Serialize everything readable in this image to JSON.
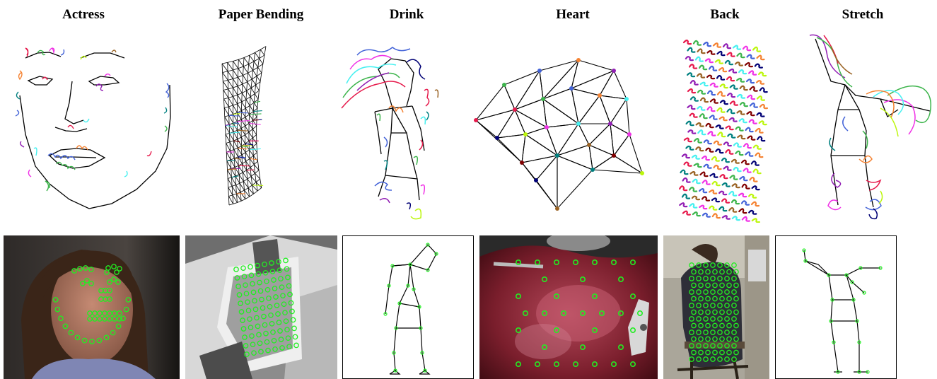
{
  "figure": {
    "columns": [
      {
        "id": "actress",
        "title": "Actress"
      },
      {
        "id": "paper",
        "title": "Paper Bending"
      },
      {
        "id": "drink",
        "title": "Drink"
      },
      {
        "id": "heart",
        "title": "Heart"
      },
      {
        "id": "back",
        "title": "Back"
      },
      {
        "id": "stretch",
        "title": "Stretch"
      }
    ],
    "colors": {
      "wireframe": "#000000",
      "marker": "#22ee22",
      "trajectory_palette": [
        "#e6194b",
        "#3cb44b",
        "#4363d8",
        "#f58231",
        "#911eb4",
        "#46f0f0",
        "#f032e6",
        "#bcf60c",
        "#008080",
        "#9a6324",
        "#800000",
        "#000075"
      ]
    }
  }
}
